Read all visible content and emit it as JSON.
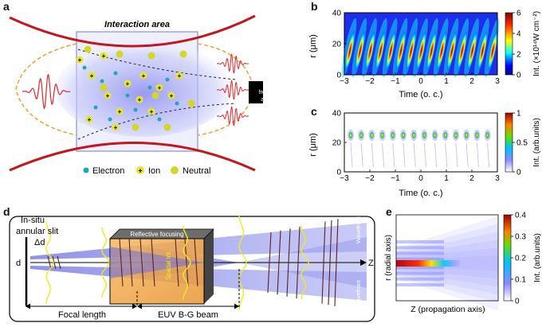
{
  "panels": {
    "a": {
      "label": "a",
      "title": "Interaction area",
      "legend": [
        {
          "symbol": "electron",
          "text": "Electron"
        },
        {
          "symbol": "ion",
          "text": "Ion"
        },
        {
          "symbol": "neutral",
          "text": "Neutral"
        }
      ],
      "arrow_text_1": "Time-frequency",
      "arrow_text_2": "analysis"
    },
    "b": {
      "label": "b",
      "ylabel": "r (μm)",
      "xlabel": "Time (o. c.)",
      "xticks": [
        "−3",
        "−2",
        "−1",
        "0",
        "1",
        "2",
        "3"
      ],
      "yticks": [
        "0",
        "20",
        "40"
      ],
      "colorbar_ticks": [
        "0",
        "2",
        "4",
        "6"
      ],
      "colorbar_label": "Int. (×10¹⁴W cm⁻²)"
    },
    "c": {
      "label": "c",
      "ylabel": "r (μm)",
      "xlabel": "Time (o. c.)",
      "xticks": [
        "−3",
        "−2",
        "−1",
        "0",
        "1",
        "2",
        "3"
      ],
      "yticks": [
        "0",
        "20",
        "40"
      ],
      "colorbar_ticks": [
        "0",
        "0.5",
        "1"
      ],
      "colorbar_label": "Int. (arb.units)"
    },
    "d": {
      "label": "d",
      "slit_label_1": "In-situ",
      "slit_label_2": "annular slit",
      "delta_d": "Δd",
      "d": "d",
      "box_label": "Reflective focusing",
      "spatial_label": "Spatial int.",
      "wavefront_top": "Wavefront",
      "wavefront_bottom": "Wavefront",
      "z_label": "Z",
      "focal_label": "Focal length",
      "beam_label": "EUV B-G beam"
    },
    "e": {
      "label": "e",
      "ylabel": "r (radial axis)",
      "xlabel": "Z (propagation axis)",
      "colorbar_ticks": [
        "0",
        "0.1",
        "0.2",
        "0.3",
        "0.4"
      ],
      "colorbar_label": "Int. (arb.units)"
    }
  },
  "colors": {
    "accent_red": "#c4161c",
    "beam_blue": "#6a6ee0",
    "box_orange": "#f0a23c",
    "neutral_yellow": "#d4d62a",
    "electron_cyan": "#1fa7b8"
  }
}
